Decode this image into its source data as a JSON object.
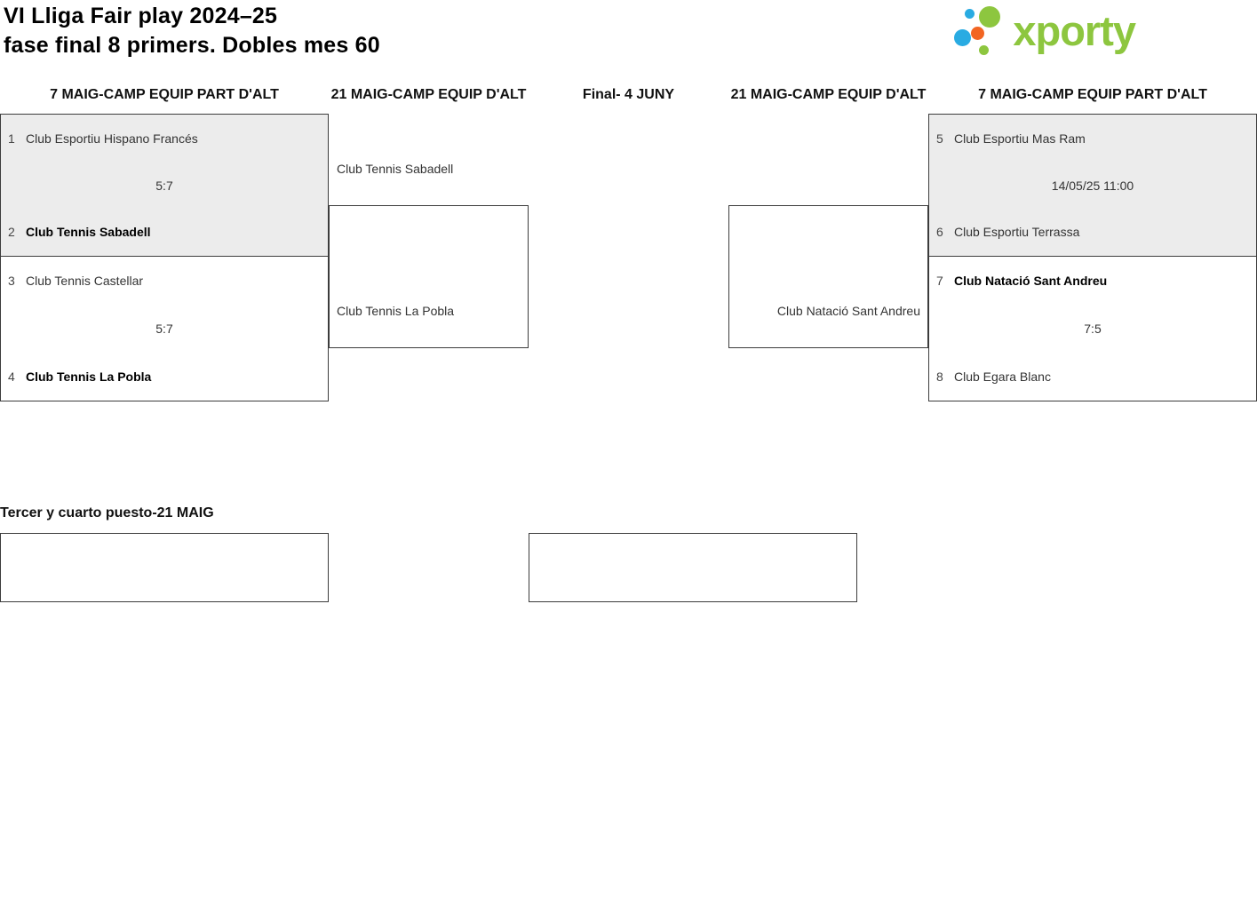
{
  "header": {
    "title": "VI Lliga Fair play 2024–25",
    "subtitle": "fase final 8 primers. Dobles mes 60"
  },
  "logo": {
    "text": "xporty"
  },
  "rounds": {
    "left_qf": "7 MAIG-CAMP EQUIP PART D'ALT",
    "left_sf": "21 MAIG-CAMP EQUIP D'ALT",
    "final": "Final- 4 JUNY",
    "right_sf": "21 MAIG-CAMP EQUIP D'ALT",
    "right_qf": "7 MAIG-CAMP EQUIP PART D'ALT"
  },
  "matches": {
    "qf1": {
      "seed_a": "1",
      "team_a": "Club Esportiu Hispano Francés",
      "result": "5:7",
      "seed_b": "2",
      "team_b": "Club Tennis Sabadell"
    },
    "qf2": {
      "seed_a": "3",
      "team_a": "Club Tennis Castellar",
      "result": "5:7",
      "seed_b": "4",
      "team_b": "Club Tennis La Pobla"
    },
    "qf3": {
      "seed_a": "5",
      "team_a": "Club Esportiu Mas Ram",
      "result": "14/05/25 11:00",
      "seed_b": "6",
      "team_b": "Club Esportiu Terrassa"
    },
    "qf4": {
      "seed_a": "7",
      "team_a": "Club Natació Sant Andreu",
      "result": "7:5",
      "seed_b": "8",
      "team_b": "Club Egara Blanc"
    },
    "sf_left": {
      "team_a": "Club Tennis Sabadell",
      "team_b": "Club Tennis La Pobla"
    },
    "sf_right": {
      "team_b": "Club Natació Sant Andreu"
    }
  },
  "third_place": {
    "title": "Tercer y cuarto puesto-21 MAIG"
  },
  "colors": {
    "logo_green": "#8dc63f",
    "logo_blue": "#29abe2",
    "logo_orange": "#f26522",
    "match_box_gray": "#ececec"
  }
}
